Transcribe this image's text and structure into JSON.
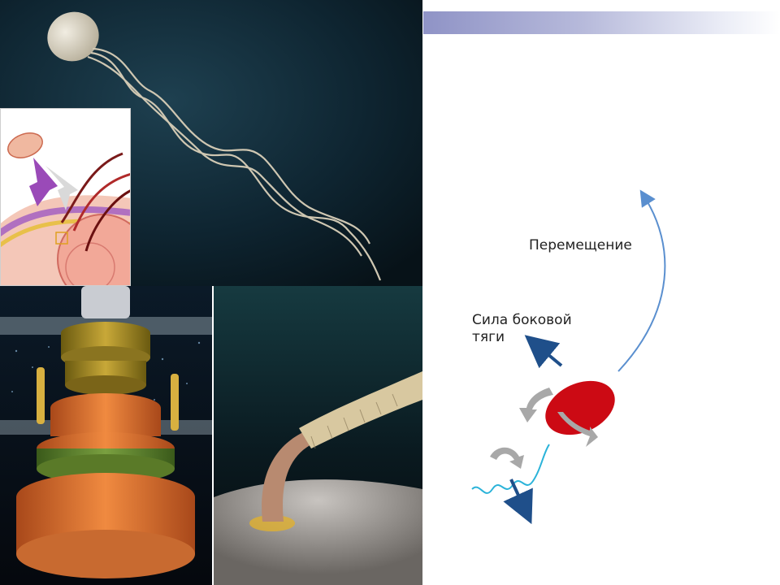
{
  "diagram": {
    "movement_label": "Перемещение",
    "side_force_line1": "Сила боковой",
    "side_force_line2": "тяги"
  },
  "colors": {
    "background": "#ffffff",
    "header_bar_start": "#8f93c6",
    "dark_panel": "#0f2530",
    "cell_body": "#cc0a14",
    "flagellum_wave": "#2bb3d9",
    "arrows": "#1f4f8a",
    "trajectory": "#5a8fcf",
    "rotation_arrows": "#9a9a9a"
  },
  "images": [
    {
      "name": "bacterium-with-flagellum",
      "icon": "bacterium-illustration"
    },
    {
      "name": "cell-wall-cutaway",
      "icon": "cell-wall-illustration"
    },
    {
      "name": "flagellar-motor",
      "icon": "motor-illustration"
    },
    {
      "name": "flagellar-hook",
      "icon": "hook-illustration"
    }
  ]
}
